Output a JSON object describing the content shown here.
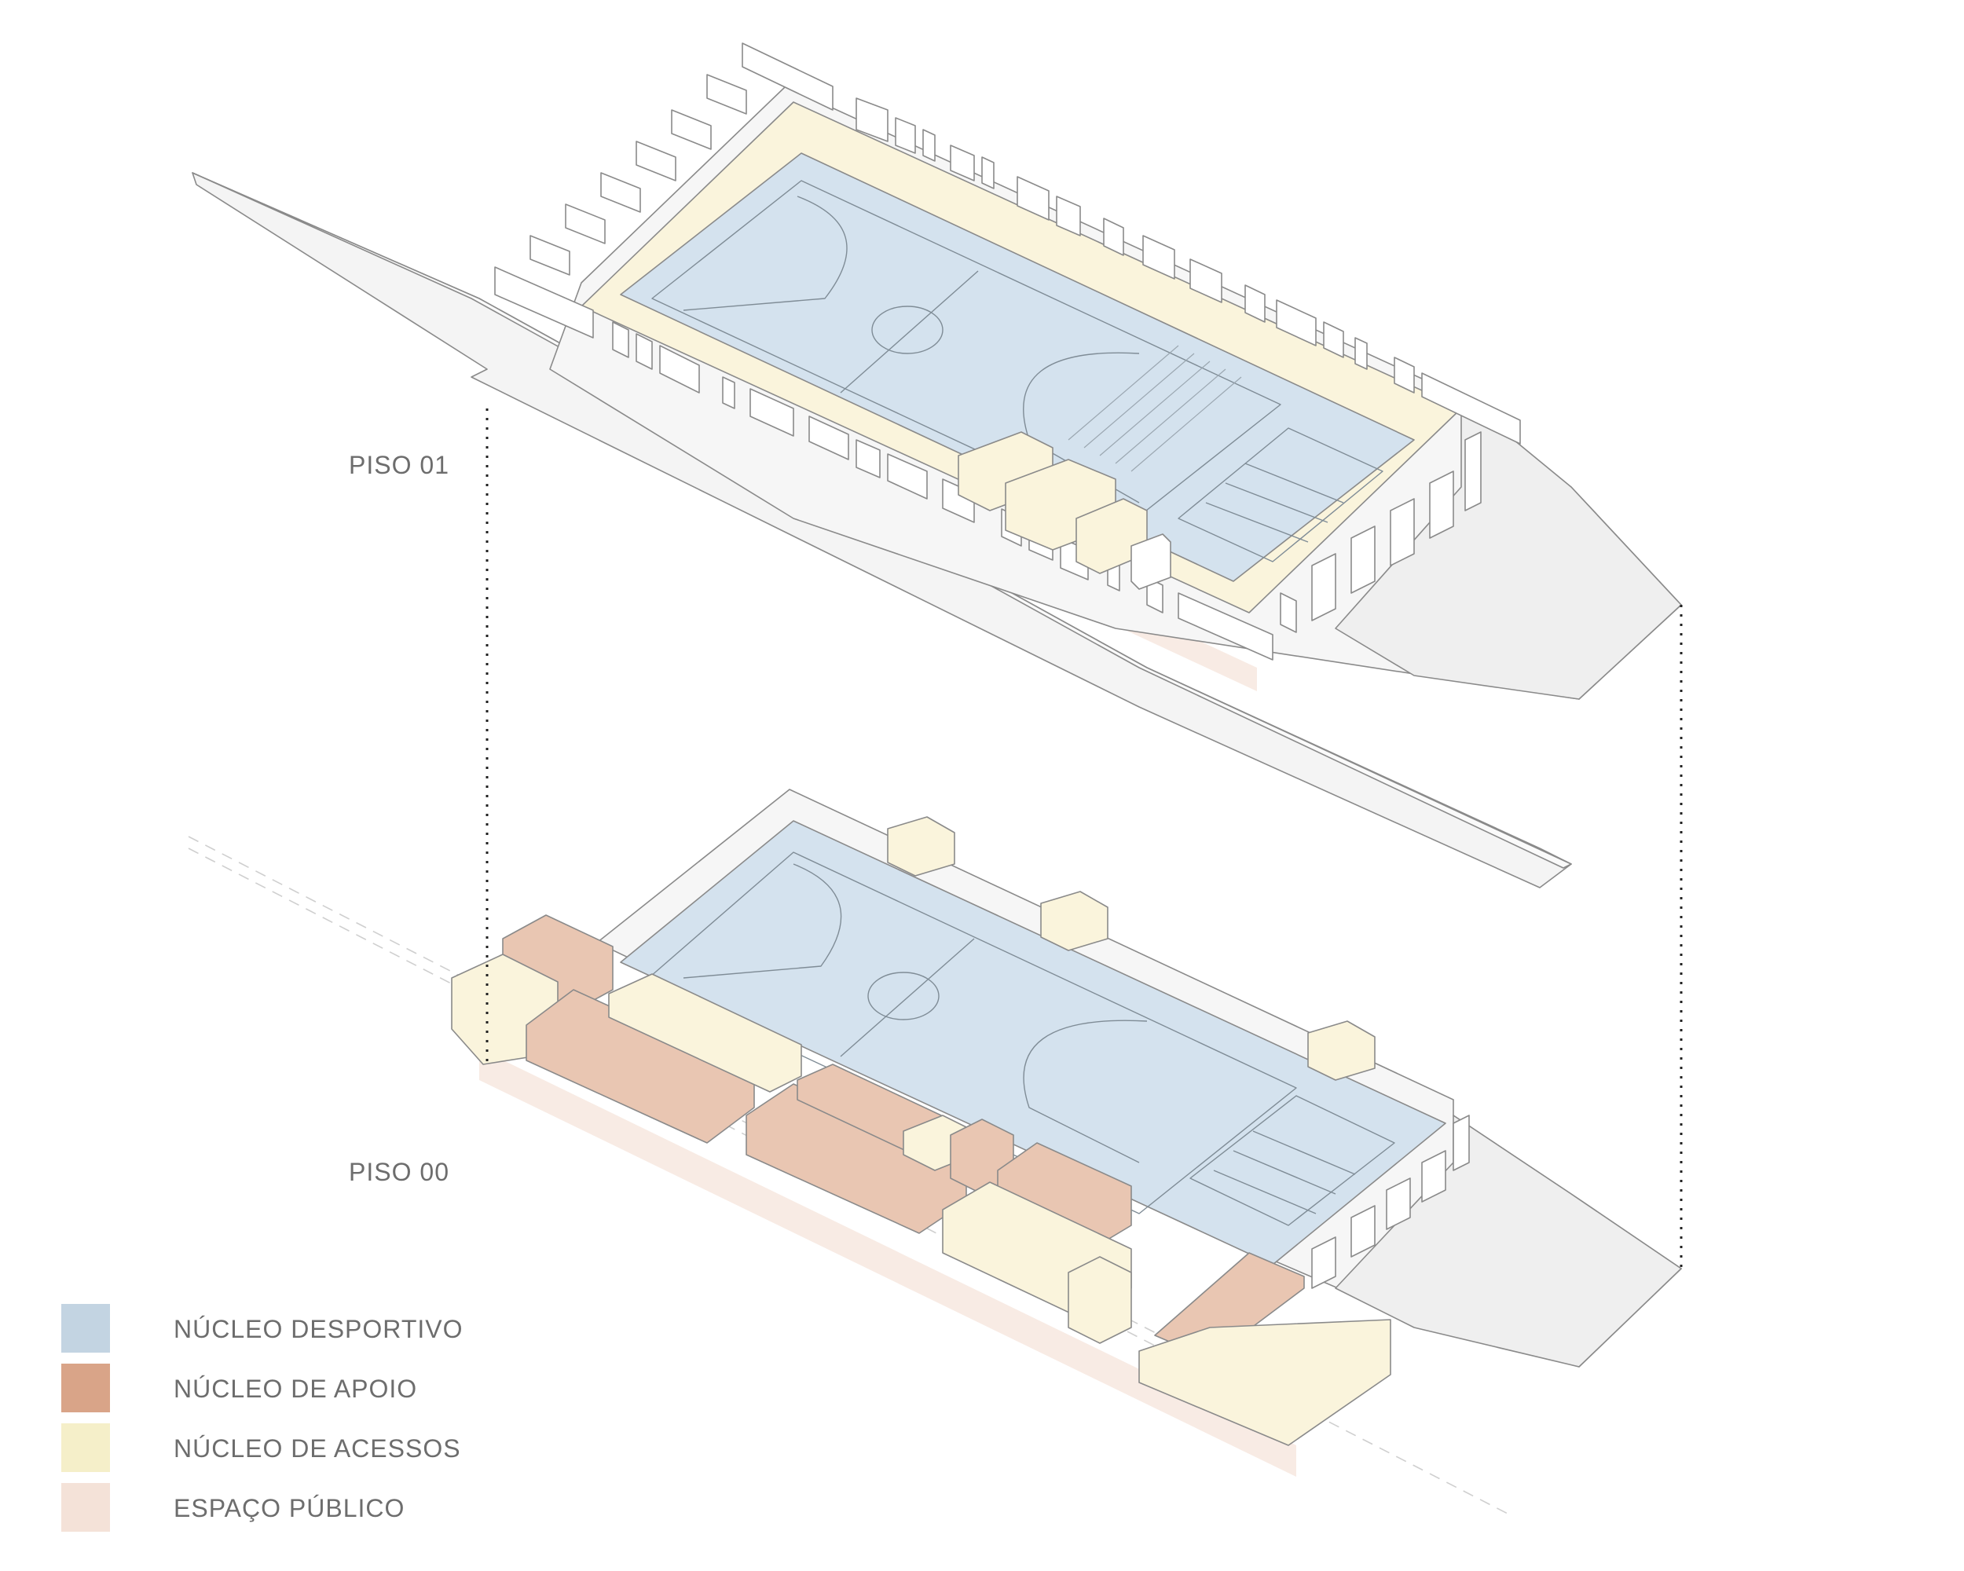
{
  "floors": [
    {
      "label": "PISO 01"
    },
    {
      "label": "PISO 00"
    }
  ],
  "legend": [
    {
      "label": "NÚCLEO DESPORTIVO",
      "color": "#c3d4e2"
    },
    {
      "label": "NÚCLEO DE APOIO",
      "color": "#d9a488"
    },
    {
      "label": "NÚCLEO DE ACESSOS",
      "color": "#f5efc9"
    },
    {
      "label": "ESPAÇO PÚBLICO",
      "color": "#f4e2d8"
    }
  ],
  "colors": {
    "desportivo": "#d4e2ee",
    "apoio": "#e9c6b2",
    "acessos": "#faf4dc",
    "publico": "#f8ebe4",
    "structure": "#f3f3f3",
    "line": "#8a8a8a"
  }
}
